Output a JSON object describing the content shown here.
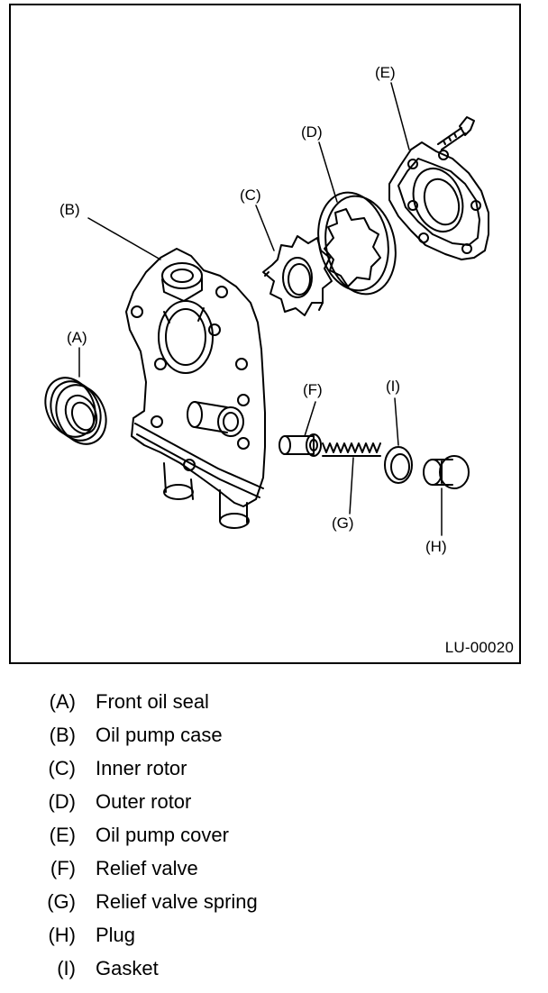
{
  "figure": {
    "code": "LU-00020",
    "callouts": {
      "a": "(A)",
      "b": "(B)",
      "c": "(C)",
      "d": "(D)",
      "e": "(E)",
      "f": "(F)",
      "g": "(G)",
      "h": "(H)",
      "i": "(I)"
    }
  },
  "legend": [
    {
      "key": "(A)",
      "text": "Front oil seal"
    },
    {
      "key": "(B)",
      "text": "Oil pump case"
    },
    {
      "key": "(C)",
      "text": "Inner rotor"
    },
    {
      "key": "(D)",
      "text": "Outer rotor"
    },
    {
      "key": "(E)",
      "text": "Oil pump cover"
    },
    {
      "key": "(F)",
      "text": "Relief valve"
    },
    {
      "key": "(G)",
      "text": "Relief valve spring"
    },
    {
      "key": "(H)",
      "text": "Plug"
    },
    {
      "key": "(I)",
      "text": "Gasket"
    }
  ]
}
